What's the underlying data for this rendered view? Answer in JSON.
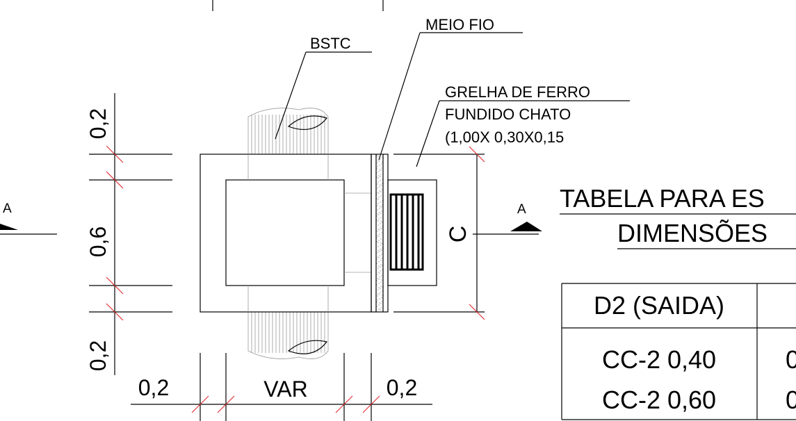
{
  "labels": {
    "bstc": "BSTC",
    "meio_fio": "MEIO FIO",
    "grelha_1": "GRELHA DE FERRO",
    "grelha_2": "FUNDIDO CHATO",
    "grelha_3": "(1,00X 0,30X0,15",
    "section_marker": "A",
    "dimension_c": "C"
  },
  "dimensions": {
    "left_top": "0,2",
    "left_middle": "0,6",
    "left_bottom": "0,2",
    "bottom_left": "0,2",
    "bottom_var": "VAR",
    "bottom_right": "0,2"
  },
  "table": {
    "title_line1": "TABELA PARA ES",
    "title_line2": "DIMENSÕES",
    "header": [
      "D2 (SAIDA)",
      ""
    ],
    "rows": [
      [
        "CC-2 0,40",
        "0"
      ],
      [
        "CC-2 0,60",
        "0"
      ]
    ]
  },
  "colors": {
    "line": "#000000",
    "dimension_tick": "#e0242a",
    "hatch": "#9a9a9a"
  }
}
